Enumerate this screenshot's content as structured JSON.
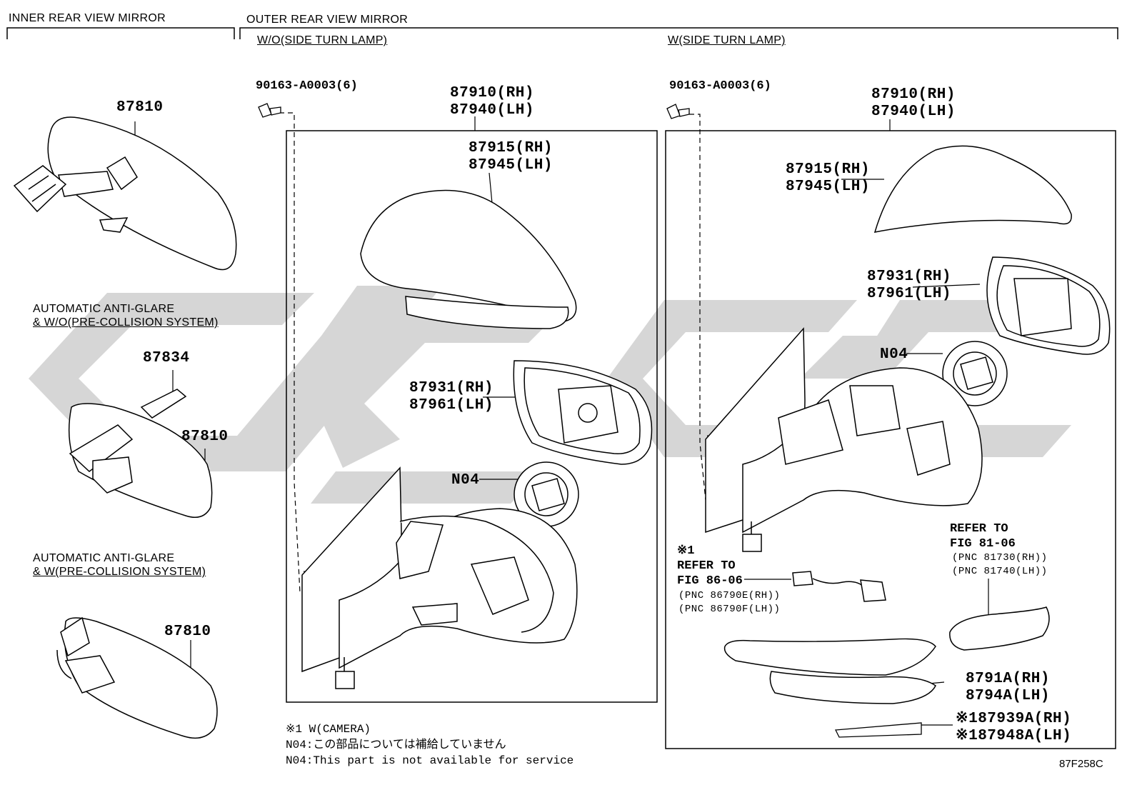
{
  "sections": {
    "inner": "INNER REAR VIEW MIRROR",
    "outer": "OUTER REAR VIEW MIRROR",
    "wo_lamp": "W/O(SIDE TURN LAMP)",
    "w_lamp": "W(SIDE TURN LAMP)"
  },
  "inner": {
    "p1": "87810",
    "variant1": [
      "AUTOMATIC ANTI-GLARE",
      "& W/O(PRE-COLLISION SYSTEM)"
    ],
    "p2a": "87834",
    "p2b": "87810",
    "variant2": [
      "AUTOMATIC ANTI-GLARE",
      "& W(PRE-COLLISION SYSTEM)"
    ],
    "p3": "87810"
  },
  "left": {
    "screw": "90163-A0003(6)",
    "assy": [
      "87910(RH)",
      "87940(LH)"
    ],
    "cover": [
      "87915(RH)",
      "87945(LH)"
    ],
    "glass": [
      "87931(RH)",
      "87961(LH)"
    ],
    "motor": "N04"
  },
  "right": {
    "screw": "90163-A0003(6)",
    "assy": [
      "87910(RH)",
      "87940(LH)"
    ],
    "cover": [
      "87915(RH)",
      "87945(LH)"
    ],
    "glass": [
      "87931(RH)",
      "87961(LH)"
    ],
    "motor": "N04",
    "camera_ref": [
      "※1",
      "REFER TO",
      "FIG 86-06"
    ],
    "camera_pnc": [
      "(PNC 86790E(RH))",
      "(PNC 86790F(LH))"
    ],
    "lamp_ref": [
      "REFER TO",
      "FIG 81-06"
    ],
    "lamp_pnc": [
      "(PNC 81730(RH))",
      "(PNC 81740(LH))"
    ],
    "housing": [
      "8791A(RH)",
      "8794A(LH)"
    ],
    "clip": [
      "※187939A(RH)",
      "※187948A(LH)"
    ]
  },
  "notes": [
    "※1 W(CAMERA)",
    "N04:この部品については補給していません",
    "N04:This part is not available for service"
  ],
  "figure_code": "87F258C"
}
